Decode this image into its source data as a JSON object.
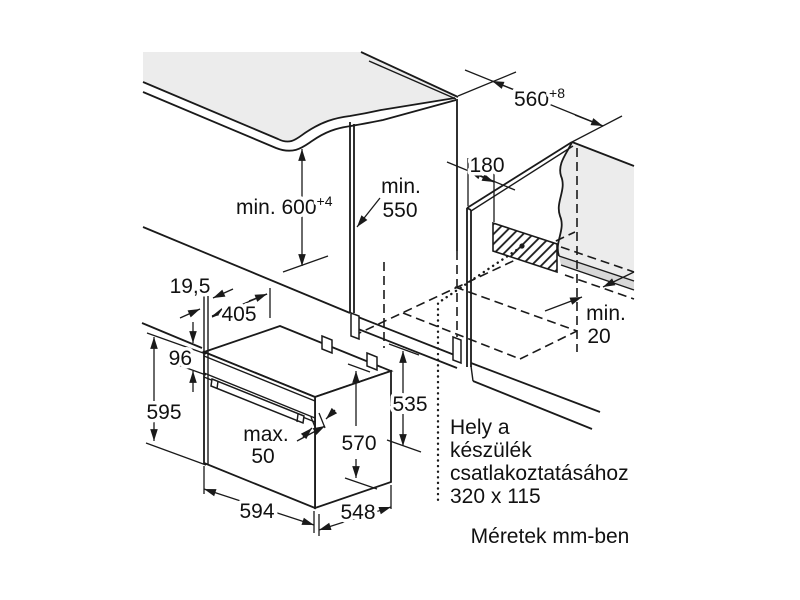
{
  "diagram": {
    "dims": {
      "niche_depth": {
        "label": "560",
        "sup": "+8"
      },
      "niche_height": {
        "label": "min. 600",
        "sup": "+4"
      },
      "min_depth": {
        "l1": "min.",
        "l2": "550"
      },
      "connection_offset": "180",
      "rear_gap": {
        "l1": "min.",
        "l2": "20"
      },
      "door_overhang": "19,5",
      "top_offset": "405",
      "panel_height": "96",
      "oven_height": "595",
      "handle_clearance": {
        "l1": "max.",
        "l2": "50"
      },
      "body_depth": "570",
      "rear_height": "535",
      "oven_width": "594",
      "oven_depth": "548"
    },
    "notes": {
      "connection": [
        "Hely a",
        "készülék",
        "csatlakoztatásához",
        "320 x 115"
      ],
      "units": "Méretek mm-ben"
    },
    "colors": {
      "surface": "#ececec",
      "shelf": "#d8d8d8",
      "line": "#1a1a1a"
    }
  }
}
